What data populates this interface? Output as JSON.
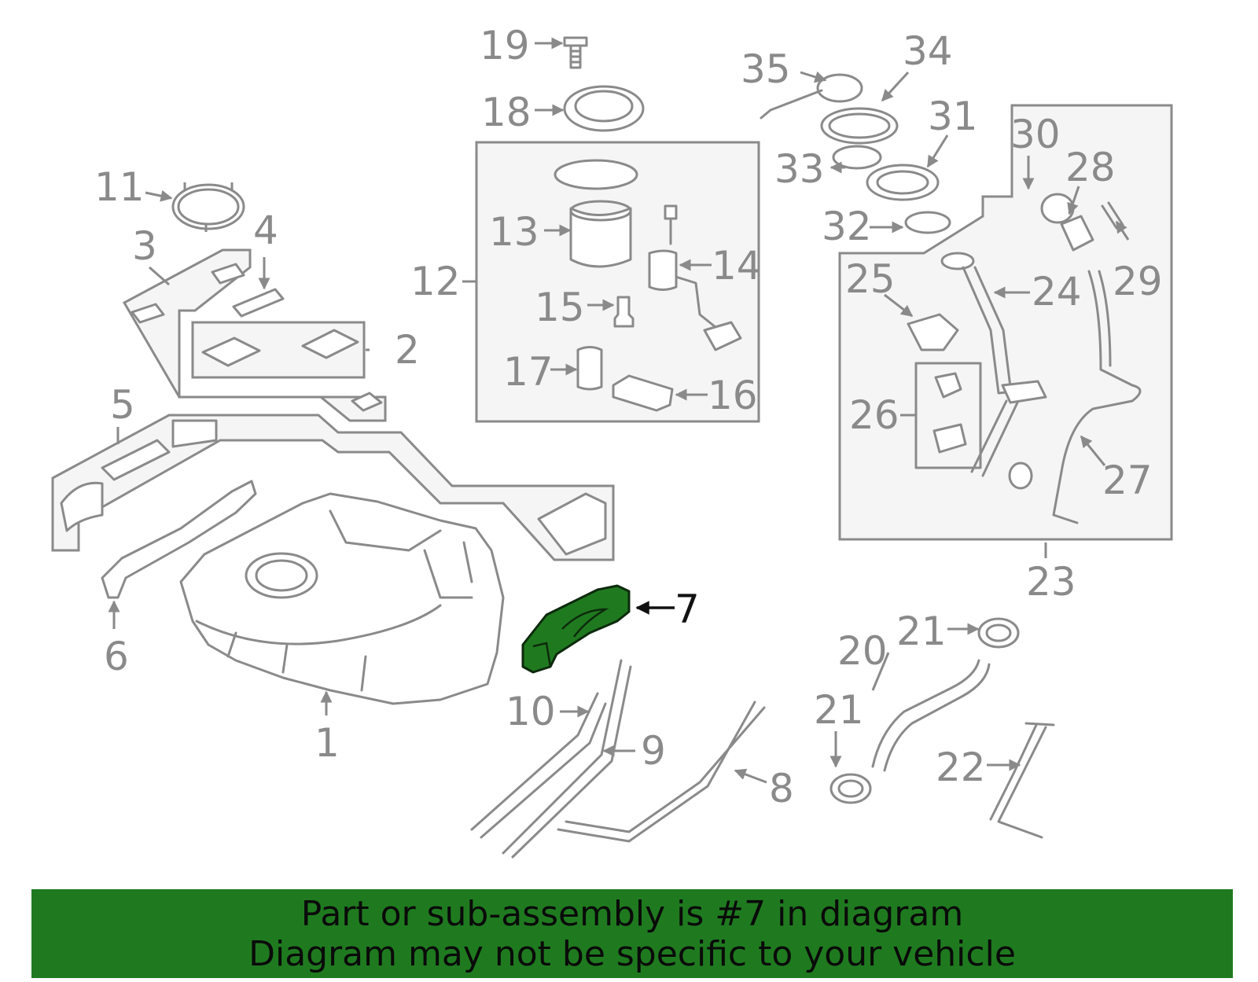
{
  "callouts": {
    "c1": "1",
    "c2": "2",
    "c3": "3",
    "c4": "4",
    "c5": "5",
    "c6": "6",
    "c7": "7",
    "c8": "8",
    "c9": "9",
    "c10": "10",
    "c11": "11",
    "c12": "12",
    "c13": "13",
    "c14": "14",
    "c15": "15",
    "c16": "16",
    "c17": "17",
    "c18": "18",
    "c19": "19",
    "c20": "20",
    "c21a": "21",
    "c21b": "21",
    "c22": "22",
    "c23": "23",
    "c24": "24",
    "c25": "25",
    "c26": "26",
    "c27": "27",
    "c28": "28",
    "c29": "29",
    "c30": "30",
    "c31": "31",
    "c32": "32",
    "c33": "33",
    "c34": "34",
    "c35": "35"
  },
  "highlighted_part": "7",
  "banner": {
    "line1": "Part or sub-assembly is #7 in diagram",
    "line2": "Diagram may not be specific to your vehicle"
  },
  "colors": {
    "banner_bg": "#1f7a1f",
    "highlight_fill": "#1f7a1f",
    "line_gray": "#8a8a8a",
    "panel_fill": "#f5f5f5"
  }
}
